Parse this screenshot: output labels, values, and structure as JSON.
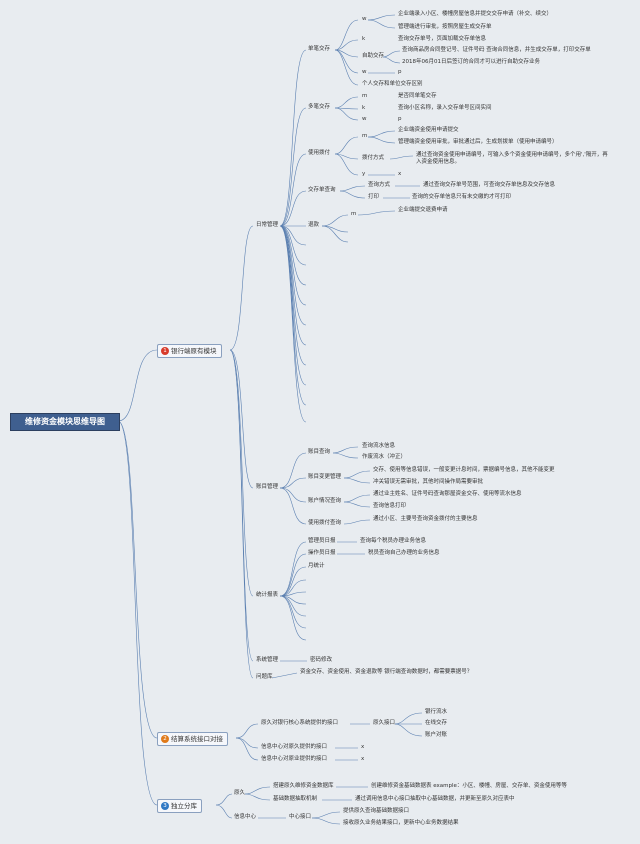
{
  "root": "维修资金模块思维导图",
  "main": {
    "m1": {
      "num": "1",
      "label": "银行端原有模块",
      "color": "#d83b2b"
    },
    "m2": {
      "num": "2",
      "label": "结算系统接口对接",
      "color": "#e07a1a"
    },
    "m3": {
      "num": "3",
      "label": "独立分库",
      "color": "#2f78c4"
    }
  },
  "m1": {
    "daily": "日常管理",
    "deposit": {
      "label": "单笔交存",
      "w1": "w",
      "w1a": "企业端录入小区、楼幢房屋信息并提交交存申请（补交、续交）",
      "w1b": "管理端进行审批，按照房屋生成交存单",
      "k": "k",
      "k_txt": "查询交存单号，页面加载交存单信息",
      "auto": "自助交存",
      "auto_a": "查询商品房合同登记号、证件号码 查询合同信息，并生成交存单，打印交存单",
      "auto_b": "2018年06月01日后签订的合同才可以进行自助交存业务",
      "w2": "w",
      "p1": "p",
      "indiv": "个人交存和单位交存区别"
    },
    "multi": {
      "label": "多笔交存",
      "m": "m",
      "m_txt": "是否同单笔交存",
      "k": "k",
      "k_txt": "查询小区名称，录入交存单号区间实间",
      "w": "w",
      "p": "p"
    },
    "use": {
      "label": "使用拨付",
      "m": "m",
      "m_a": "企业端资金使用申请提交",
      "m_b": "管理端资金使用审批，审批通过后，生成划拨单（使用申请编号）",
      "method": "拨付方式",
      "method_txt": "通过查询资金使用申请编号，可输入多个资金使用申请编号，多个用','隔开，再",
      "method_txt2": "入资金使用信息。",
      "y": "y",
      "x": "x"
    },
    "query": {
      "label": "交存单查询",
      "q": "查询方式",
      "q_txt": "通过查询交存单号范围，可查询交存单信息及交存信息",
      "print": "打印",
      "print_txt": "查询的交存单信息只有未交缴的才可打印"
    },
    "refund": {
      "label": "退款",
      "m": "m",
      "m_txt": "企业端提交退费申请"
    },
    "acct": {
      "label": "账目管理",
      "aq": "账目查询",
      "aq_a": "查询流水信息",
      "aq_b": "作废流水（冲正）",
      "chg": "账目变更管理",
      "chg_a": "交存、使用等信息错误，一般变更计息时间，票据编号信息，其他不能变更",
      "chg_b": "冲关错误无需审批，其他时间操作局需要审批",
      "house": "账户情况查询",
      "house_a": "通过业主姓名、证件号码查询那屋资金交存、使用等流水信息",
      "house_b": "查询信息打印",
      "useq": "使用拨付查询",
      "useq_a": "通过小区、主要号查询资金拨付的主要信息"
    },
    "stat": {
      "label": "统计报表",
      "mgr": "管理员日报",
      "mgr_txt": "查询每个税员办理业务信息",
      "op": "操作员日报",
      "op_txt": "税员查询自己办理的业务信息",
      "month": "月统计"
    },
    "sys": {
      "label": "系统管理",
      "txt": "密码修改"
    },
    "issue": {
      "label": "问题库",
      "txt": "资金交存、资金使用、资金退款等 银行端查询数据时，都需要票据号？"
    }
  },
  "m2": {
    "a": "原久对银行核心系统提供的接口",
    "a_sub": "原久接口",
    "a_1": "银行流水",
    "a_2": "在线交存",
    "a_3": "账户对账",
    "b": "信息中心对原久提供的接口",
    "b_x": "x",
    "c": "信息中心对原业提供的接口",
    "c_x": "x"
  },
  "m3": {
    "yj": "原久",
    "yj_a": "搭建原久维修资金数据库",
    "yj_a_txt": "创建维修资金基础数据表 example：小区、楼幢、房屋、交存单、资金使用等等",
    "yj_b": "基础数据抽取机制",
    "yj_b_txt": "通过调用信息中心接口抽取中心基础数据，并更新至原久对应表中",
    "center": "信息中心",
    "center_a": "中心接口",
    "center_a1": "提供原久查询基础数据接口",
    "center_a2": "接收原久业务结果接口，更新中心业务数据结果"
  }
}
